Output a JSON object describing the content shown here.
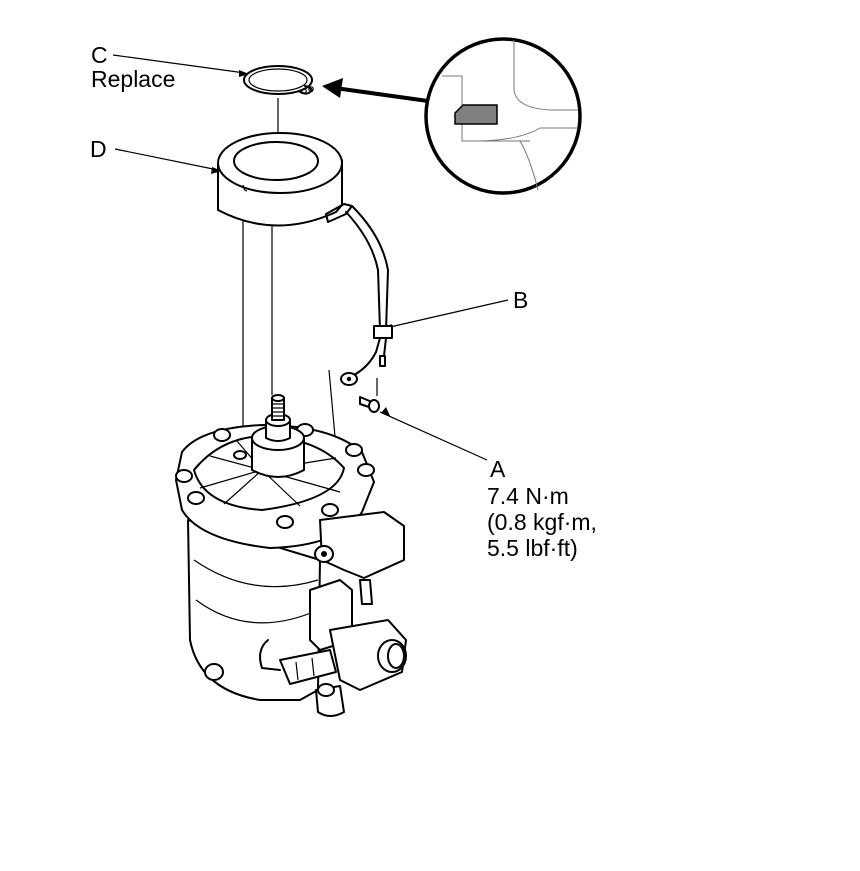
{
  "labels": {
    "c": "C",
    "c_note": "Replace",
    "d": "D",
    "b": "B",
    "a": "A",
    "a_torque_nm": "7.4 N·m",
    "a_torque_kgf": "(0.8 kgf·m,",
    "a_torque_lbf": "5.5 lbf·ft)"
  },
  "parts": {
    "c": "snap-ring",
    "d": "field-coil",
    "b": "ground-terminal",
    "a": "bolt"
  },
  "icons": [
    "snap-ring-icon",
    "field-coil-icon",
    "compressor-icon",
    "detail-magnifier-icon",
    "bolt-icon",
    "ground-terminal-icon"
  ],
  "colors": {
    "line": "#000000",
    "detail_fill": "#808080",
    "background": "#ffffff"
  }
}
